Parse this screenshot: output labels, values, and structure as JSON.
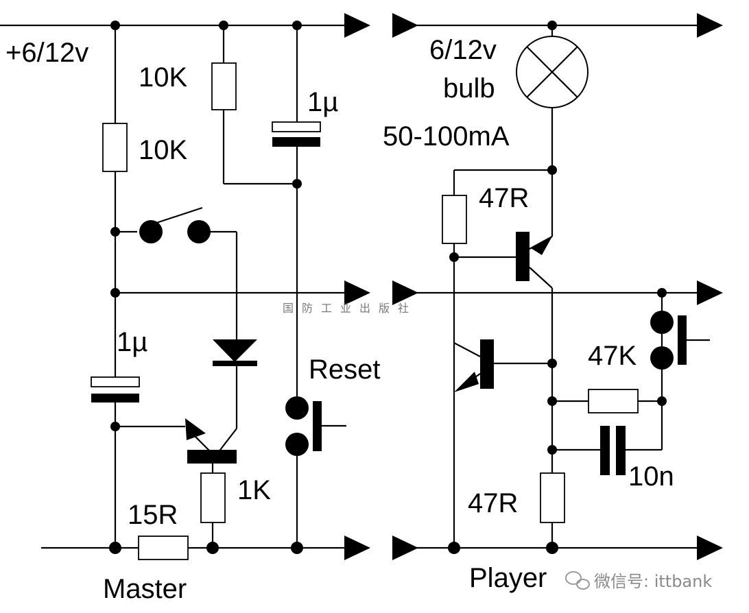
{
  "labels": {
    "supply": "+6/12v",
    "r_top_left": "10K",
    "r_mid_left": "10K",
    "c_top": "1µ",
    "c_left": "1µ",
    "reset": "Reset",
    "r_emitter": "1K",
    "r_bottom": "15R",
    "master": "Master",
    "bulb_voltage": "6/12v",
    "bulb": "bulb",
    "bulb_current": "50-100mA",
    "r_pnp": "47R",
    "r_feedback": "47K",
    "c_feedback": "10n",
    "r_player_bottom": "47R",
    "player": "Player"
  },
  "watermark": {
    "publisher": "国防工业出版社",
    "wechat": "微信号: ittbank"
  }
}
